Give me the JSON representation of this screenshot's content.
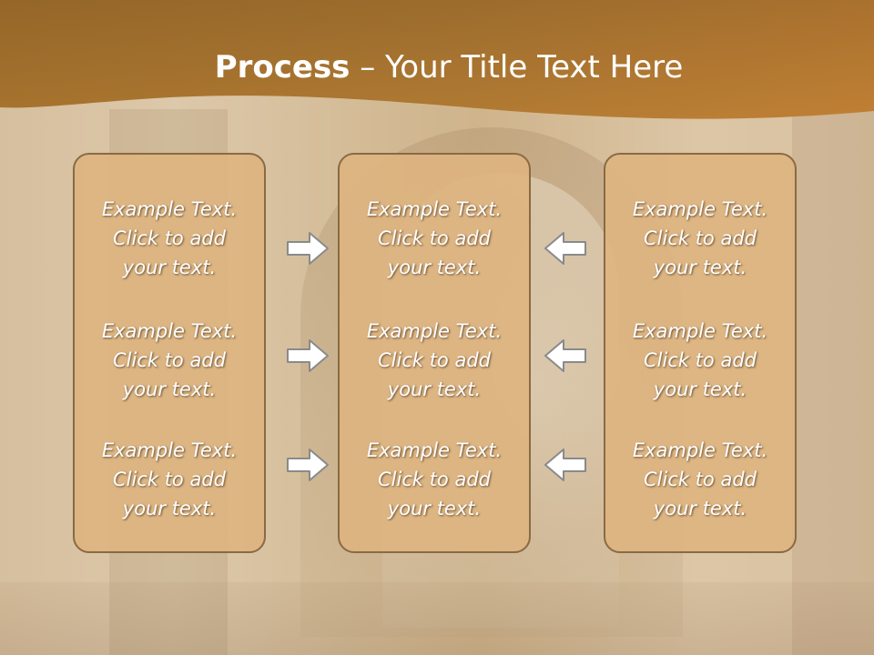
{
  "slide": {
    "title_bold": "Process",
    "title_rest": " – Your Title Text Here"
  },
  "columns": [
    {
      "name": "left",
      "items": [
        "Example Text.\nClick  to add\nyour text.",
        "Example Text.\nClick  to add\nyour text.",
        "Example Text.\nClick  to add\nyour text."
      ]
    },
    {
      "name": "center",
      "items": [
        "Example Text.\nClick  to add\nyour text.",
        "Example Text.\nClick  to add\nyour text.",
        "Example Text.\nClick  to add\nyour text."
      ]
    },
    {
      "name": "right",
      "items": [
        "Example Text.\nClick  to add\nyour text.",
        "Example Text.\nClick  to add\nyour text.",
        "Example Text.\nClick  to add\nyour text."
      ]
    }
  ],
  "arrows": {
    "left_to_center": [
      "arrow-right-icon",
      "arrow-right-icon",
      "arrow-right-icon"
    ],
    "right_to_center": [
      "arrow-left-icon",
      "arrow-left-icon",
      "arrow-left-icon"
    ]
  },
  "colors": {
    "header": "#b8782f",
    "box_fill": "#ddb480",
    "box_border": "#8a6a44",
    "text": "#ffffff"
  }
}
